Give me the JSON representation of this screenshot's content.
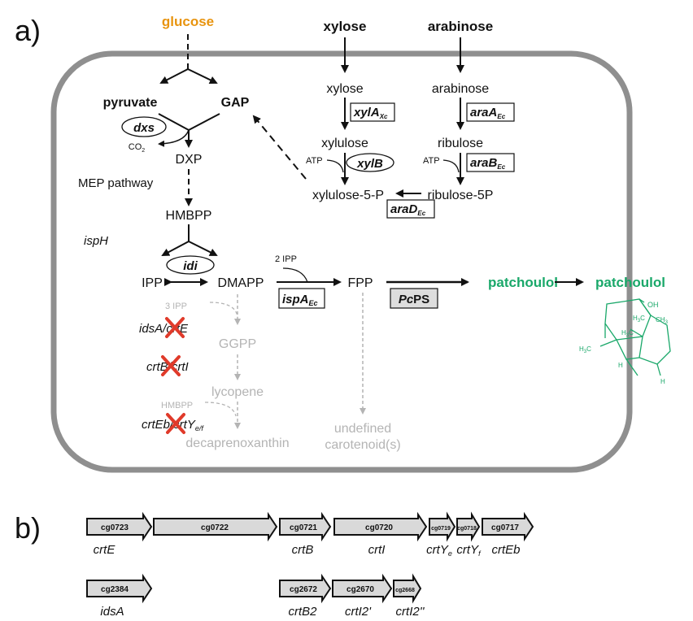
{
  "panels": {
    "a": "a)",
    "b": "b)"
  },
  "substrates": {
    "glucose": "glucose",
    "xylose": "xylose",
    "arabinose": "arabinose"
  },
  "metabolites": {
    "pyruvate": "pyruvate",
    "gap": "GAP",
    "co2": "CO",
    "co2_sub": "2",
    "dxp": "DXP",
    "mep_pathway": "MEP pathway",
    "hmbpp": "HMBPP",
    "ipp": "IPP",
    "dmapp": "DMAPP",
    "fpp": "FPP",
    "patchoulol_in": "patchoulol",
    "patchoulol_out": "patchoulol",
    "xylose_in": "xylose",
    "xylulose": "xylulose",
    "xylulose5p": "xylulose-5-P",
    "arabinose_in": "arabinose",
    "ribulose": "ribulose",
    "ribulose5p": "ribulose-5P",
    "atp1": "ATP",
    "atp2": "ATP",
    "two_ipp": "2 IPP",
    "three_ipp": "3 IPP",
    "ggpp": "GGPP",
    "lycopene": "lycopene",
    "hmbpp_grey": "HMBPP",
    "decaprenoxanthin": "decaprenoxanthin",
    "undefined_1": "undefined",
    "undefined_2": "carotenoid(s)"
  },
  "enzymes": {
    "dxs": "dxs",
    "idi": "idi",
    "ispH": "ispH",
    "xylA": "xylA",
    "xylA_sub": "Xc",
    "xylB": "xylB",
    "araA": "araA",
    "araA_sub": "Ec",
    "araB": "araB",
    "araB_sub": "Ec",
    "araD": "araD",
    "araD_sub": "Ec",
    "ispA": "ispA",
    "ispA_sub": "Ec",
    "pcps_italic": "Pc",
    "pcps_rest": "PS",
    "idsA_crtE": "idsA/crtE",
    "crtB_crtI": "crtB/crtI",
    "crtEb_crtY": "crtEb/crtY",
    "crtY_sub": "e/f"
  },
  "molecule_labels": {
    "oh": "OH",
    "ch3": "CH",
    "ch3_sub": "3",
    "h3c_a": "H",
    "h3c_b": "H",
    "h3c_c": "H",
    "c": "C",
    "three": "3",
    "h1": "H",
    "h2": "H"
  },
  "gene_cluster_1": [
    {
      "id": "cg0723",
      "gene": "crtE"
    },
    {
      "id": "cg0722",
      "gene": ""
    },
    {
      "id": "cg0721",
      "gene": "crtB"
    },
    {
      "id": "cg0720",
      "gene": "crtI"
    },
    {
      "id": "cg0719",
      "gene": "crtY",
      "sub": "e"
    },
    {
      "id": "cg0718",
      "gene": "crtY",
      "sub": "f"
    },
    {
      "id": "cg0717",
      "gene": "crtEb"
    }
  ],
  "gene_cluster_2": [
    {
      "id": "cg2384",
      "gene": "idsA"
    },
    {
      "id": "cg2672",
      "gene": "crtB2"
    },
    {
      "id": "cg2670",
      "gene": "crtI2'"
    },
    {
      "id": "cg2668",
      "gene": "crtI2''"
    }
  ],
  "colors": {
    "substrate_glucose": "#e8940f",
    "product": "#1aa86a",
    "inactive": "#b4b4b4",
    "knockout": "#e03a2a",
    "gene_fill": "#d9d9d9",
    "cell_border": "#8f8f8f"
  }
}
